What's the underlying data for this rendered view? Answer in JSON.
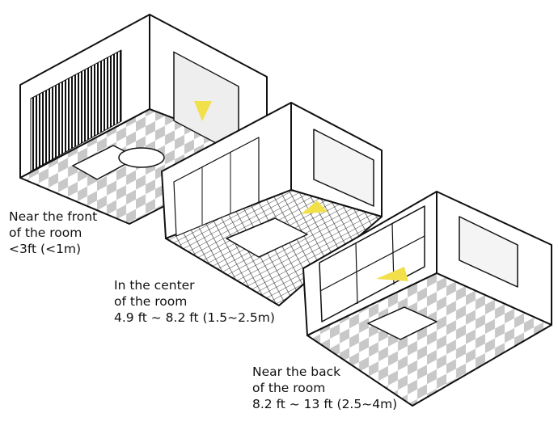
{
  "labels": [
    {
      "lines": [
        "Near the front",
        "of the room",
        "<3ft (<1m)"
      ]
    },
    {
      "lines": [
        "In the center",
        "of the room",
        "4.9 ft ~ 8.2 ft (1.5~2.5m)"
      ]
    },
    {
      "lines": [
        "Near the back",
        "of the room",
        "8.2 ft ~ 13 ft (2.5~4m)"
      ]
    }
  ],
  "colors": {
    "line": "#111111",
    "wall": "#ffffff",
    "floor_dark": "#c8c8c8",
    "beam": "#f2e04a"
  }
}
